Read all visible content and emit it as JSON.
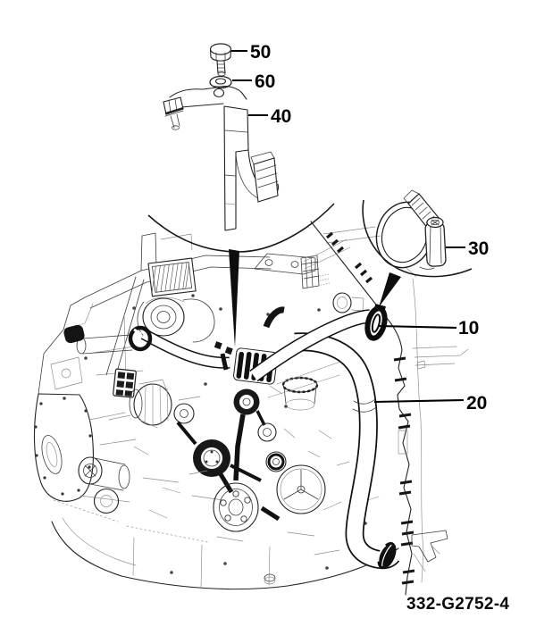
{
  "figure": {
    "id": "332-G2752-4"
  },
  "callouts": [
    {
      "number": "10",
      "part": "hose-upper"
    },
    {
      "number": "20",
      "part": "hose-lower"
    },
    {
      "number": "30",
      "part": "hose-clamp"
    },
    {
      "number": "40",
      "part": "retaining-bracket"
    },
    {
      "number": "50",
      "part": "bolt"
    },
    {
      "number": "60",
      "part": "washer"
    }
  ],
  "colors": {
    "background": "#ffffff",
    "line": "#1a1a1a",
    "label": "#000000"
  }
}
